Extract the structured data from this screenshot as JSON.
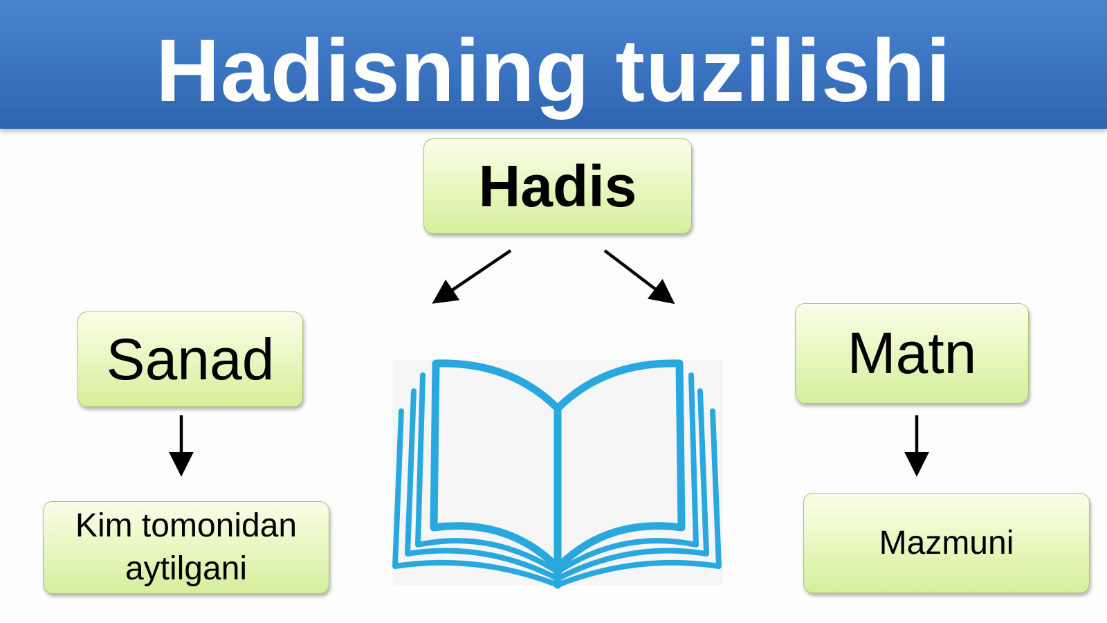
{
  "header": {
    "title": "Hadisning tuzilishi"
  },
  "diagram": {
    "root": {
      "label": "Hadis"
    },
    "left_branch": {
      "label": "Sanad",
      "detail": "Kim tomonidan aytilgani"
    },
    "right_branch": {
      "label": "Matn",
      "detail": "Mazmuni"
    },
    "center_icon": "open-book-icon"
  },
  "colors": {
    "header_blue": "#3a73c0",
    "box_green": "#e4f6b6",
    "book_blue": "#29a8e0",
    "arrow": "#000000"
  }
}
